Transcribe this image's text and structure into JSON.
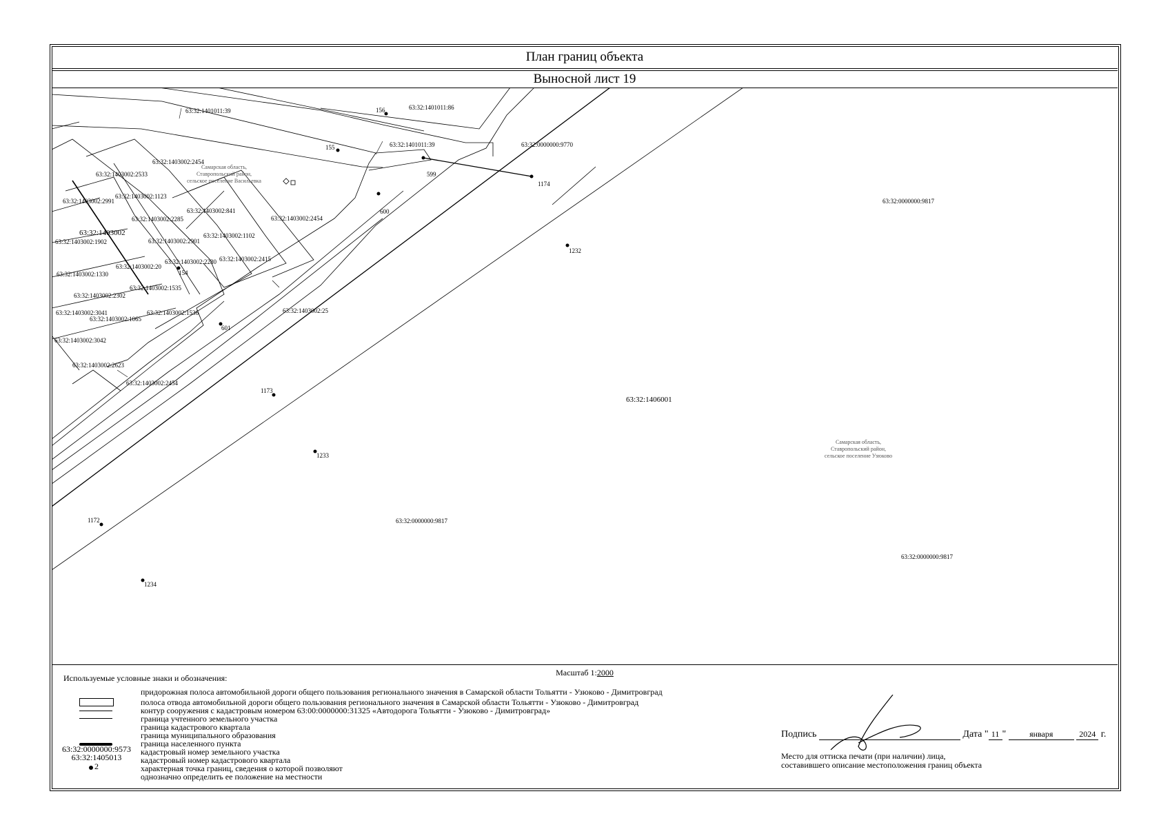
{
  "header": {
    "title": "План границ объекта",
    "sheet": "Выносной лист 19"
  },
  "map_labels": {
    "parcel_1401011_39_a": "63:32:1401011:39",
    "parcel_1401011_86": "63:32:1401011:86",
    "parcel_1401011_39_b": "63:32:1401011:39",
    "parcel_0000000_9770": "63:32:0000000:9770",
    "parcel_2454_a": "63:32:1403002:2454",
    "parcel_2533": "63:32:1403002:2533",
    "parcel_2991": "63:32:1403002:2991",
    "parcel_1123": "63:32:1403002:1123",
    "parcel_2285": "63:32:1403002:2285",
    "parcel_841": "63:32:1403002:841",
    "parcel_2454_b": "63:32:1403002:2454",
    "quarter_1403002": "63:32:1403002",
    "parcel_1902": "63:32:1403002:1902",
    "parcel_2901": "63:32:1403002:2901",
    "parcel_1102": "63:32:1403002:1102",
    "parcel_2415": "63:32:1403002:2415",
    "parcel_2280": "63:32:1403002:2280",
    "parcel_20": "63:32:1403002:20",
    "parcel_1330": "63:32:1403002:1330",
    "parcel_1535": "63:32:1403002:1535",
    "parcel_2302": "63:32:1403002:2302",
    "parcel_25": "63:32:1403002:25",
    "parcel_1536": "63:32:1403002:1536",
    "parcel_3041": "63:32:1403002:3041",
    "parcel_1065": "63:32:1403002:1065",
    "parcel_3042": "63:32:1403002:3042",
    "parcel_2623": "63:32:1403002:2623",
    "parcel_2454_c": "63:32:1403002:2454",
    "parcel_9817_a": "63:32:0000000:9817",
    "quarter_1406001": "63:32:1406001",
    "parcel_9817_b": "63:32:0000000:9817",
    "parcel_9817_c": "63:32:0000000:9817",
    "settlement_left": [
      "Самарская область,",
      "Ставропольский район,",
      "сельское поселение Васильевка"
    ],
    "settlement_right": [
      "Самарская область,",
      "Ставропольский район,",
      "сельское поселение Узюково"
    ]
  },
  "points": {
    "p156": "156",
    "p155": "155",
    "p599": "599",
    "p1174": "1174",
    "p600": "600",
    "p1232": "1232",
    "p154": "154",
    "p601": "601",
    "p1173": "1173",
    "p1233": "1233",
    "p1172": "1172",
    "p1234": "1234"
  },
  "legend": {
    "scale_label": "Масштаб 1:",
    "scale_value": "2000",
    "title": "Используемые условные знаки и обозначения:",
    "items": [
      "придорожная полоса автомобильной дороги общего пользования регионального значения в Самарской области Тольятти - Узюково - Димитровград",
      "полоса отвода автомобильной дороги общего пользования регионального значения в Самарской области Тольятти - Узюково - Димитровград",
      "контур сооружения с кадастровым номером 63:00:0000000:31325 «Автодорога Тольятти - Узюково - Димитровград»",
      "граница учтенного земельного участка",
      "граница кадастрового квартала",
      "граница муниципального образования",
      "граница населенного пункта",
      "кадастровый номер земельного участка",
      "кадастровый номер кадастрового квартала",
      "характерная точка границ, сведения о которой позволяют",
      "однозначно определить ее положение на местности"
    ],
    "example_parcel": "63:32:0000000:9573",
    "example_quarter": "63:32:1405013",
    "example_point": "2"
  },
  "signature": {
    "label": "Подпись",
    "date_label": "Дата \"",
    "day": "11",
    "date_quote": "\"",
    "month": "января",
    "year": "2024",
    "year_suffix": "г.",
    "stamp_note_1": "Место для оттиска печати (при наличии) лица,",
    "stamp_note_2": "составившего описание местоположения границ объекта"
  }
}
